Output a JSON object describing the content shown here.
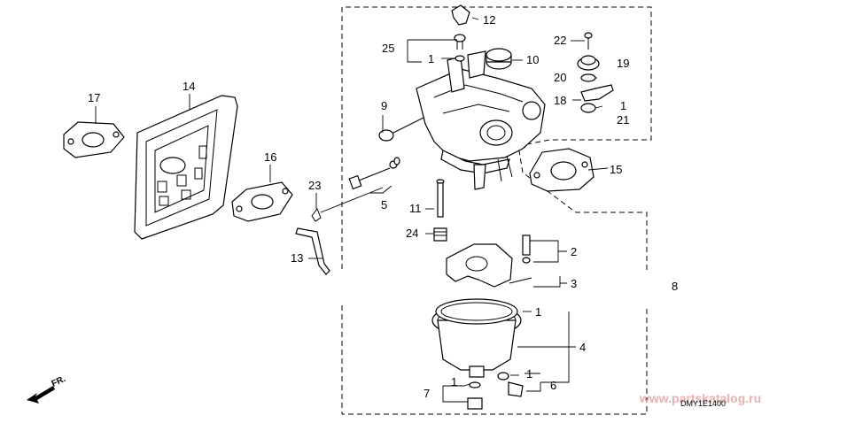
{
  "diagram": {
    "callouts": [
      "1",
      "2",
      "3",
      "4",
      "5",
      "6",
      "7",
      "8",
      "9",
      "10",
      "11",
      "12",
      "13",
      "14",
      "15",
      "16",
      "17",
      "18",
      "19",
      "20",
      "21",
      "22",
      "23",
      "24",
      "25"
    ],
    "orientation_label": "FR.",
    "diagram_code": "DMY1E1400",
    "watermark": "www.partskatalog.ru"
  }
}
